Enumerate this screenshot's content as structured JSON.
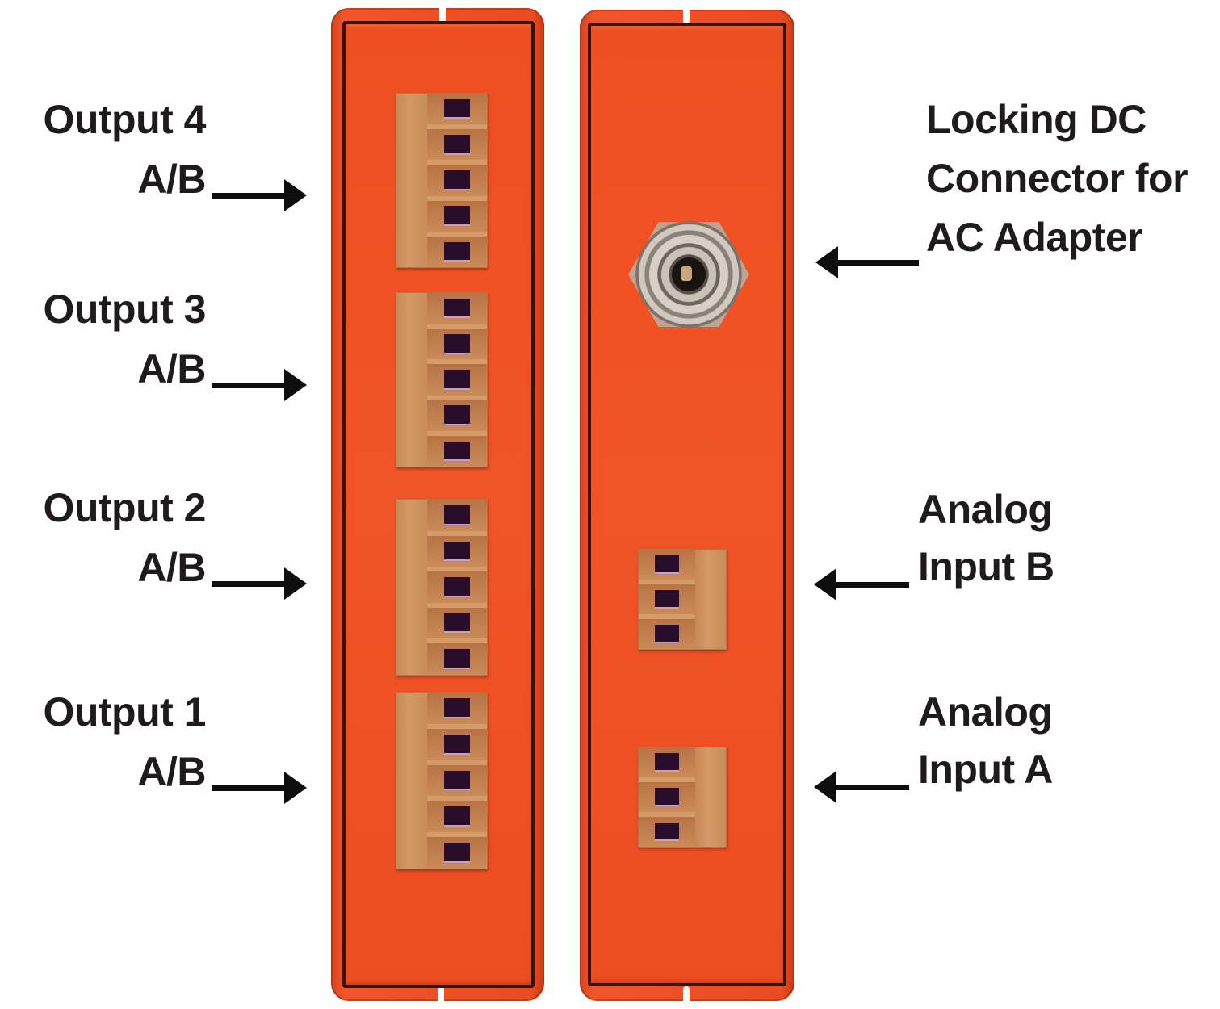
{
  "colors": {
    "enclosure": "#ee5024",
    "connector": "#c98a57",
    "text": "#1f1b1a",
    "arrow": "#0e0e0e",
    "background": "#ffffff"
  },
  "left_panel": {
    "labels": [
      {
        "line1": "Output 4",
        "line2": "A/B"
      },
      {
        "line1": "Output 3",
        "line2": "A/B"
      },
      {
        "line1": "Output 2",
        "line2": "A/B"
      },
      {
        "line1": "Output 1",
        "line2": "A/B"
      }
    ],
    "connector_positions": 5
  },
  "right_panel": {
    "dc_label": {
      "line1": "Locking DC",
      "line2": "Connector for",
      "line3": "AC Adapter"
    },
    "analog_labels": [
      {
        "line1": "Analog",
        "line2": "Input B"
      },
      {
        "line1": "Analog",
        "line2": "Input A"
      }
    ],
    "connector_positions": 3
  },
  "icons": {
    "arrow_right": "arrow-right-icon",
    "arrow_left": "arrow-left-icon",
    "dc_jack": "dc-jack-icon",
    "terminal_block": "terminal-block-icon"
  }
}
